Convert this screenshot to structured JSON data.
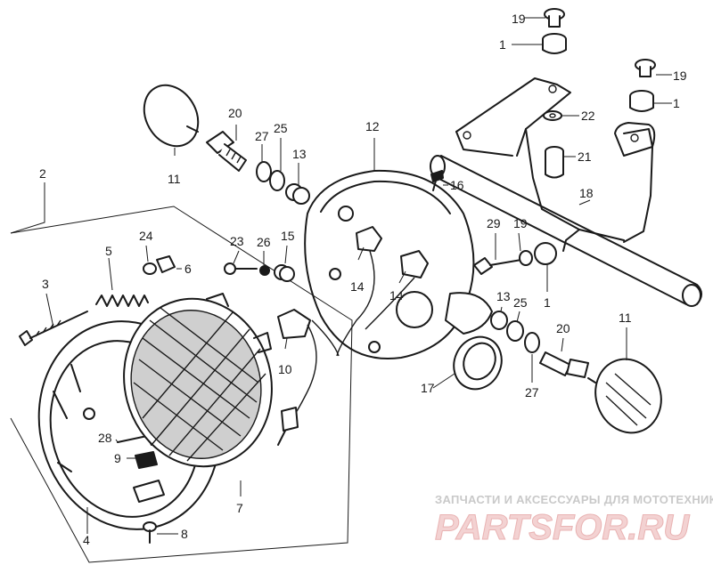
{
  "callouts": {
    "c1a": "1",
    "c1b": "1",
    "c1c": "1",
    "c2": "2",
    "c3": "3",
    "c4": "4",
    "c5": "5",
    "c6": "6",
    "c7": "7",
    "c8": "8",
    "c9": "9",
    "c10": "10",
    "c11a": "11",
    "c11b": "11",
    "c12": "12",
    "c13a": "13",
    "c13b": "13",
    "c14a": "14",
    "c14b": "14",
    "c15": "15",
    "c16": "16",
    "c17": "17",
    "c18": "18",
    "c19a": "19",
    "c19b": "19",
    "c19c": "19",
    "c20a": "20",
    "c20b": "20",
    "c21": "21",
    "c22": "22",
    "c23": "23",
    "c24": "24",
    "c25a": "25",
    "c25b": "25",
    "c26": "26",
    "c27a": "27",
    "c27b": "27",
    "c28": "28",
    "c29": "29"
  },
  "watermark": {
    "top": "ЗАПЧАСТИ И АКСЕССУАРЫ ДЛЯ МОТОТЕХНИКИ",
    "main": "PARTSFOR.RU"
  }
}
